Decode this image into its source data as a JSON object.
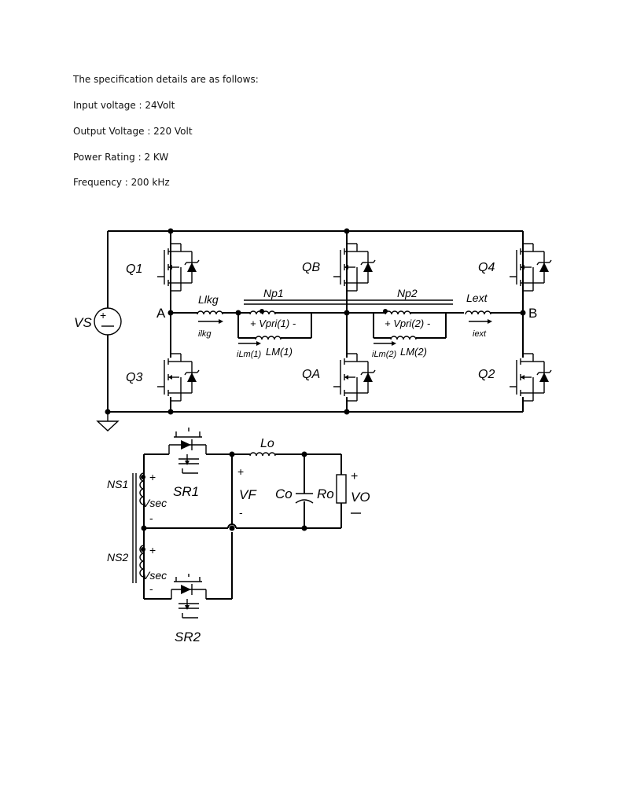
{
  "spec": {
    "intro": "The specification details are as follows:",
    "input_voltage": "Input voltage : 24Volt",
    "output_voltage": "Output Voltage : 220 Volt",
    "power_rating": "Power Rating : 2 KW",
    "frequency": "Frequency : 200 kHz"
  },
  "labels": {
    "q1": "Q1",
    "qb": "QB",
    "q4": "Q4",
    "q3": "Q3",
    "qa": "QA",
    "q2": "Q2",
    "vs": "VS",
    "node_a": "A",
    "node_b": "B",
    "llkg": "Llkg",
    "ilkg": "ilkg",
    "np1": "Np1",
    "np2": "Np2",
    "lext": "Lext",
    "iext": "iext",
    "vpri1": "+ Vpri(1) -",
    "vpri2": "+ Vpri(2) -",
    "ilm1": "iLm(1)",
    "lm1": "LM(1)",
    "ilm2": "iLm(2)",
    "lm2": "LM(2)",
    "lo": "Lo",
    "ns1": "NS1",
    "ns2": "NS2",
    "vsec1": "Vsec",
    "vsec2": "Vsec",
    "sr1": "SR1",
    "sr2": "SR2",
    "vf": "VF",
    "co": "Co",
    "ro": "Ro",
    "vo": "VO",
    "plus": "+",
    "minus": "-"
  }
}
